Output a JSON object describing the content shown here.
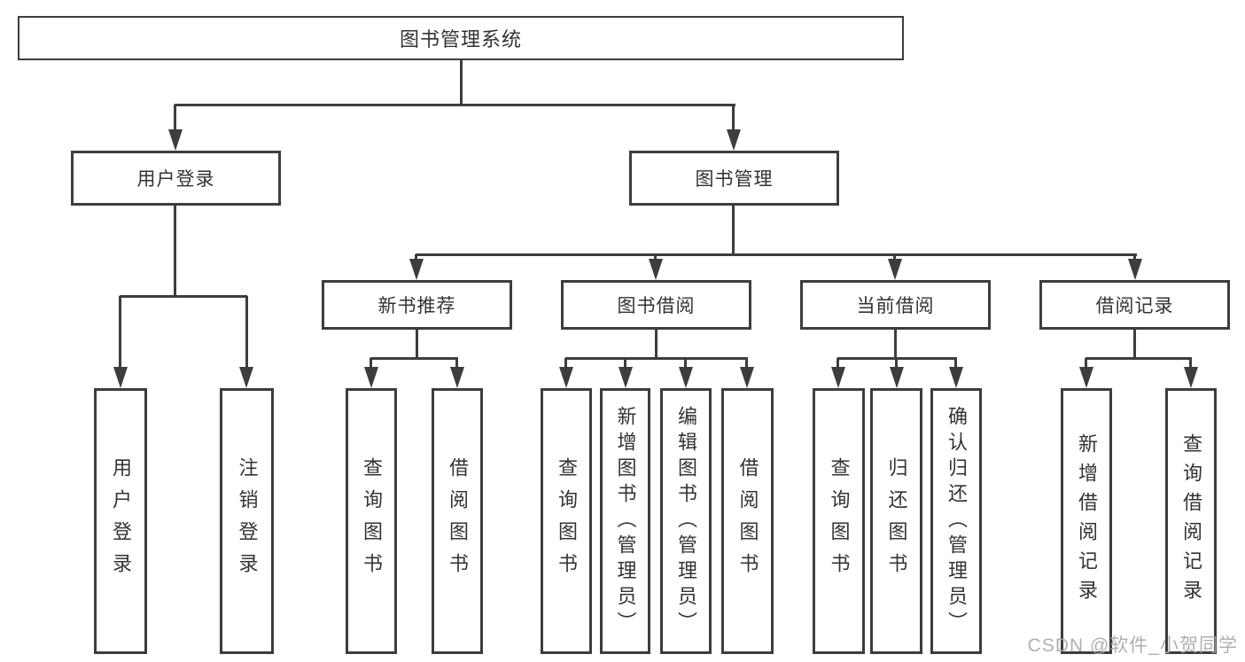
{
  "diagram_type": "hierarchy-tree",
  "tree": {
    "root": "图书管理系统",
    "children": [
      {
        "label": "用户登录",
        "children": [
          {
            "label": "用户登录"
          },
          {
            "label": "注销登录"
          }
        ]
      },
      {
        "label": "图书管理",
        "children": [
          {
            "label": "新书推荐",
            "children": [
              {
                "label": "查询图书"
              },
              {
                "label": "借阅图书"
              }
            ]
          },
          {
            "label": "图书借阅",
            "children": [
              {
                "label": "查询图书"
              },
              {
                "label": "新增图书（管理员）"
              },
              {
                "label": "编辑图书（管理员）"
              },
              {
                "label": "借阅图书"
              }
            ]
          },
          {
            "label": "当前借阅",
            "children": [
              {
                "label": "查询图书"
              },
              {
                "label": "归还图书"
              },
              {
                "label": "确认归还（管理员）"
              }
            ]
          },
          {
            "label": "借阅记录",
            "children": [
              {
                "label": "新增借阅记录"
              },
              {
                "label": "查询借阅记录"
              }
            ]
          }
        ]
      }
    ]
  },
  "watermark": "CSDN @软件_小贺同学",
  "colors": {
    "line": "#3d3d3d",
    "text": "#333333",
    "watermark": "#a8a8a8",
    "background": "#ffffff"
  }
}
